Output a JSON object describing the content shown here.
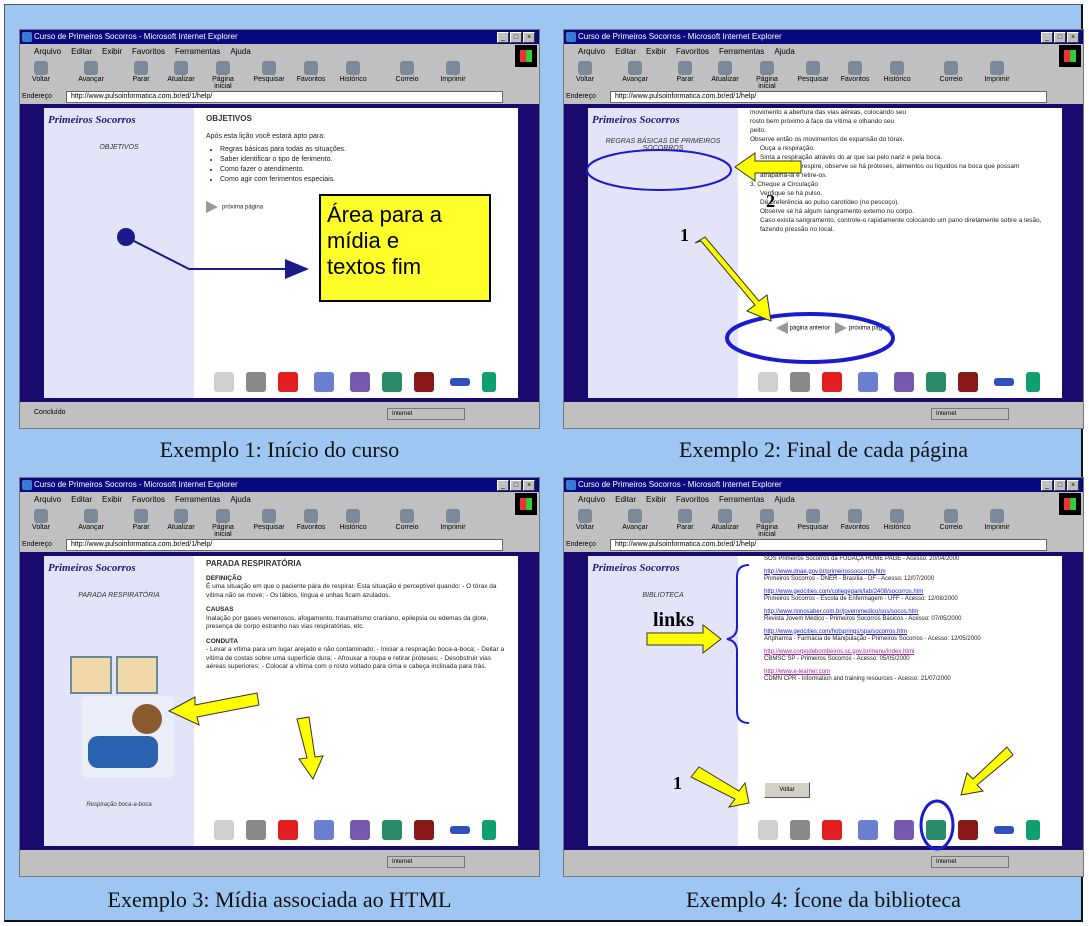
{
  "window": {
    "title": "Curso de Primeiros Socorros - Microsoft Internet Explorer",
    "menu": [
      "Arquivo",
      "Editar",
      "Exibir",
      "Favoritos",
      "Ferramentas",
      "Ajuda"
    ],
    "toolbar": [
      "Voltar",
      "Avançar",
      "Parar",
      "Atualizar",
      "Página inicial",
      "Pesquisar",
      "Favoritos",
      "Histórico",
      "Correio",
      "Imprimir"
    ],
    "address_label": "Endereço",
    "status_done": "Concluído",
    "status_zone": "Internet"
  },
  "brand": "Primeiros Socorros",
  "panels": [
    {
      "caption": "Exemplo 1: Início do curso",
      "url": "http://www.pulsoinformatica.com.br/ed/1/help/",
      "side_link": "OBJETIVOS",
      "heading": "OBJETIVOS",
      "intro": "Após esta lição você estará apto para:",
      "bullets": [
        "Regras básicas para todas as situações.",
        "Saber identificar o tipo de ferimento.",
        "Como fazer o atendimento.",
        "Como agir com ferimentos especiais."
      ],
      "nav_label": "próxima página",
      "callout_lines": [
        "Área para a",
        "mídia       e",
        "textos fim"
      ]
    },
    {
      "caption": "Exemplo 2: Final de cada página",
      "url": "http://www.pulsoinformatica.com.br/ed/1/help/",
      "side_link": "REGRAS BÁSICAS DE PRIMEIROS SOCORROS",
      "lines": [
        "movimento a abertura das vias aéreas, colocando seu",
        "rosto bem próximo à face da vítima e olhando seu",
        "peito.",
        "Observe então os movimentos de expansão do tórax.",
        "Ouça a respiração.",
        "Sinta a respiração através do ar que sai pelo nariz e pela boca.",
        "Caso a vítima respire, observe se há próteses, alimentos ou líquidos na boca que possam atrapalhá-la e retire-os.",
        "3. Cheque a Circulação",
        "Verifique se há pulso.",
        "Dê preferência ao pulso carotídeo (no pescoço).",
        "Observe se há algum sangramento externo no corpo.",
        "Caso exista sangramento, controle-o rapidamente colocando um pano diretamente sobre a lesão, fazendo pressão no local."
      ],
      "nav_prev": "página anterior",
      "nav_next": "próxima página",
      "marks": [
        "1",
        "2"
      ]
    },
    {
      "caption": "Exemplo 3: Mídia associada ao HTML",
      "url": "http://www.pulsoinformatica.com.br/ed/1/help/",
      "side_link": "PARADA RESPIRATÓRIA",
      "image_caption": "Respiração boca-a-boca",
      "heading": "PARADA RESPIRATÓRIA",
      "sections": [
        {
          "title": "DEFINIÇÃO",
          "text": "É uma situação em que o paciente pára de respirar. Esta situação é perceptível quando: - O tórax da vítima não se move; - Os lábios, língua e unhas ficam azulados."
        },
        {
          "title": "CAUSAS",
          "text": "Inalação por gases venenosos, afogamento, traumatismo craniano, epilepsia ou edemas da glote, presença de corpo estranho nas vias respiratórias, etc."
        },
        {
          "title": "CONDUTA",
          "text": "- Levar a vítima para um lugar arejado e não contaminado; - Iniciar a respiração boca-a-boca; - Deitar a vítima de costas sobre uma superfície dura; - Afrouxar a roupa e retirar próteses; - Desobstruir vias aéreas superiores; - Colocar a vítima com o rosto voltado para cima e cabeça inclinada para trás."
        }
      ]
    },
    {
      "caption": "Exemplo 4: Ícone da biblioteca",
      "url": "http://www.pulsoinformatica.com.br/ed/1/help/",
      "side_link": "BIBLIOTECA",
      "links": [
        {
          "url": "",
          "text": "SOS Primeiros Socorros da FUDAÇA HOME PAGE - Acesso: 20/04/2000"
        },
        {
          "url": "http://www.dnae.gov.br/primeirossocorros.htm",
          "text": "Primeiros Socorros - DNER - Brasília - DF - Acesso: 12/07/2000"
        },
        {
          "url": "http://www.geocities.com/collegepark/lab/2408/socorros.htm",
          "text": "Primeiros Socorros - Escola de Enfermagem - UFF - Acesso: 12/08/2000"
        },
        {
          "url": "http://www.rionosaber.com.br/jovemmedico/sos/socos.htm",
          "text": "Revista Jovem Médico - Primeiros Socorros Básicos - Acesso: 07/05/2000"
        },
        {
          "url": "http://www.geocities.com/hotsprings/spa/socorros.htm",
          "text": "Artpharma - Farmácia de Manipulação - Primeiros Socorros - Acesso: 12/05/2000"
        },
        {
          "url": "http://www.corpodebombeiros.sc.gov.br/menu/index.html",
          "text": "CBMSC SP - Primeiros Socorros - Acesso: 05/05/2000"
        },
        {
          "url": "http://www.e-learner.com",
          "text": "CDMN CPR - Information and training resources - Acesso: 21/07/2000"
        }
      ],
      "links_label": "links",
      "back_button": "Voltar",
      "mark": "1"
    }
  ]
}
